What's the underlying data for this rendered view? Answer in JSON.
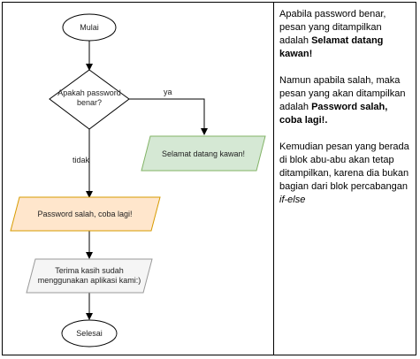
{
  "flowchart": {
    "start": "Mulai",
    "decision_line1": "Apakah password",
    "decision_line2": "benar?",
    "yes_label": "ya",
    "no_label": "tidak",
    "success_message": "Selamat datang kawan!",
    "error_message": "Password salah, coba lagi!",
    "thanks_line1": "Terima kasih sudah",
    "thanks_line2": "menggunakan aplikasi kami:)",
    "end": "Selesai",
    "colors": {
      "success_fill": "#d5e8d4",
      "success_stroke": "#82b366",
      "error_fill": "#ffe6cc",
      "error_stroke": "#d79b00",
      "neutral_fill": "#f5f5f5",
      "neutral_stroke": "#999999"
    }
  },
  "explanation": {
    "p1_a": "Apabila password benar, pesan yang ditampilkan adalah ",
    "p1_b": "Selamat datang kawan!",
    "p2_a": "Namun apabila salah, maka pesan yang akan ditampilkan adalah ",
    "p2_b": "Password salah, coba lagi!",
    "p2_c": ".",
    "p3_a": "Kemudian pesan yang berada di blok abu-abu akan tetap ditampilkan, karena dia bukan bagian dari blok percabangan ",
    "p3_b": "if-else"
  }
}
